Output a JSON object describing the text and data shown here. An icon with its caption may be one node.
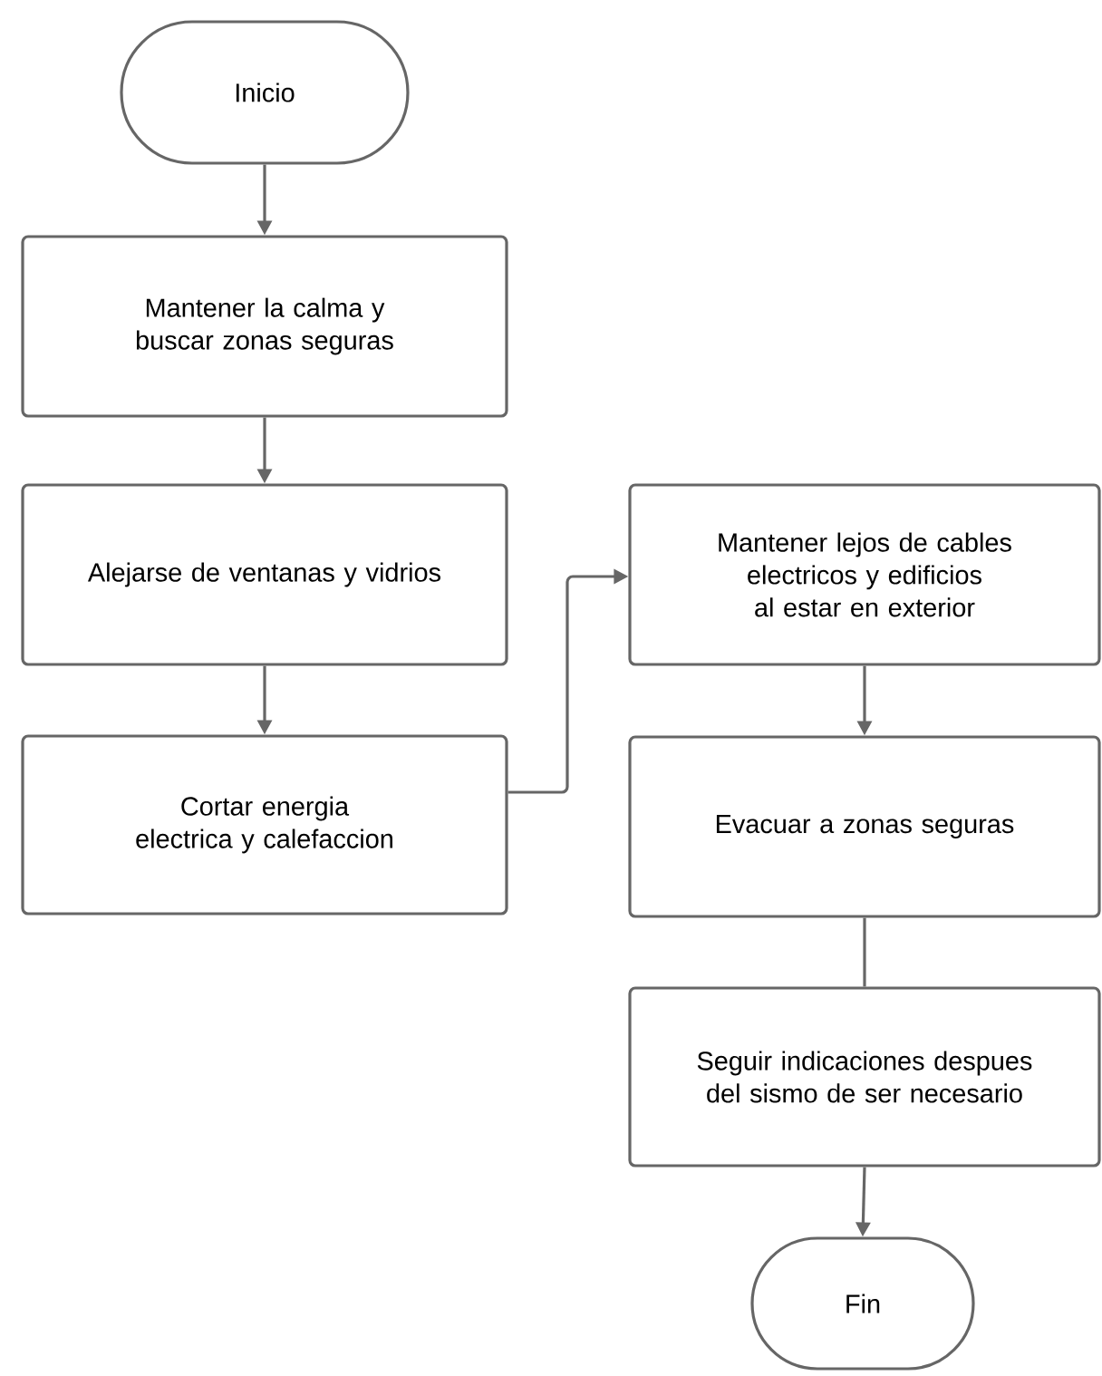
{
  "diagram": {
    "nodes": [
      {
        "text": [
          "Inicio"
        ]
      },
      {
        "text": [
          "Mantener la calma y buscar zonas seguras"
        ]
      },
      {
        "text": [
          "Alejarse de ventanas y vidrios"
        ]
      },
      {
        "text": [
          "Cortar energia electrica y calefaccion"
        ]
      },
      {
        "text": [
          "Mantener lejos de cables electricos y edificios al estar en exterior"
        ]
      },
      {
        "text": [
          "Evacuar a zonas seguras"
        ]
      },
      {
        "text": [
          "Seguir indicaciones despues del sismo de ser necesario"
        ]
      },
      {
        "text": [
          "Fin"
        ]
      }
    ],
    "edges": [
      {
        "from": 0,
        "to": 1,
        "arrow": "to"
      },
      {
        "from": 1,
        "to": 2,
        "arrow": "to"
      },
      {
        "from": 2,
        "to": 3,
        "arrow": "to"
      },
      {
        "from": 3,
        "to": 4,
        "arrow": "to"
      },
      {
        "from": 4,
        "to": 5,
        "arrow": "to"
      },
      {
        "from": 5,
        "to": 6,
        "arrow": "none"
      },
      {
        "from": 6,
        "to": 7,
        "arrow": "to"
      }
    ]
  }
}
